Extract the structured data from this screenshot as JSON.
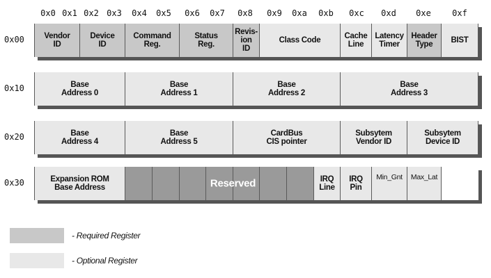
{
  "column_headers": [
    "0x0",
    "0x1",
    "0x2",
    "0x3",
    "0x4",
    "0x5",
    "0x6",
    "0x7",
    "0x8",
    "0x9",
    "0xa",
    "0xb",
    "0xc",
    "0xd",
    "0xe",
    "0xf"
  ],
  "row_labels": [
    "0x00",
    "0x10",
    "0x20",
    "0x30"
  ],
  "rows": [
    {
      "cells": [
        {
          "label": "Vendor ID",
          "lines": [
            "Vendor",
            "ID"
          ],
          "type": "required"
        },
        {
          "label": "Device ID",
          "lines": [
            "Device",
            "ID"
          ],
          "type": "required"
        },
        {
          "label": "Command Reg.",
          "lines": [
            "Command",
            "Reg."
          ],
          "type": "required"
        },
        {
          "label": "Status Reg.",
          "lines": [
            "Status",
            "Reg."
          ],
          "type": "required"
        },
        {
          "label": "Revision ID",
          "lines": [
            "Revis-",
            "ion",
            "ID"
          ],
          "type": "required"
        },
        {
          "label": "Class Code",
          "lines": [
            "Class Code"
          ],
          "type": "optional"
        },
        {
          "label": "Cache Line",
          "lines": [
            "Cache",
            "Line"
          ],
          "type": "optional"
        },
        {
          "label": "Latency Timer",
          "lines": [
            "Latency",
            "Timer"
          ],
          "type": "optional"
        },
        {
          "label": "Header Type",
          "lines": [
            "Header",
            "Type"
          ],
          "type": "required"
        },
        {
          "label": "BIST",
          "lines": [
            "BIST"
          ],
          "type": "optional"
        }
      ]
    },
    {
      "cells": [
        {
          "label": "Base Address 0",
          "lines": [
            "Base",
            "Address 0"
          ],
          "type": "optional"
        },
        {
          "label": "Base Address 1",
          "lines": [
            "Base",
            "Address 1"
          ],
          "type": "optional"
        },
        {
          "label": "Base Address 2",
          "lines": [
            "Base",
            "Address 2"
          ],
          "type": "optional"
        },
        {
          "label": "Base Address 3",
          "lines": [
            "Base",
            "Address 3"
          ],
          "type": "optional"
        }
      ]
    },
    {
      "cells": [
        {
          "label": "Base Address 4",
          "lines": [
            "Base",
            "Address 4"
          ],
          "type": "optional"
        },
        {
          "label": "Base Address 5",
          "lines": [
            "Base",
            "Address 5"
          ],
          "type": "optional"
        },
        {
          "label": "CardBus CIS pointer",
          "lines": [
            "CardBus",
            "CIS pointer"
          ],
          "type": "optional"
        },
        {
          "label": "Subsytem Vendor ID",
          "lines": [
            "Subsytem",
            "Vendor ID"
          ],
          "type": "optional"
        },
        {
          "label": "Subsytem Device ID",
          "lines": [
            "Subsytem",
            "Device ID"
          ],
          "type": "optional"
        }
      ]
    },
    {
      "cells": [
        {
          "label": "Expansion ROM Base Address",
          "lines": [
            "Expansion ROM",
            "Base Address"
          ],
          "type": "optional"
        },
        {
          "label": "Reserved",
          "lines": [
            ""
          ],
          "type": "reserved"
        },
        {
          "label": "",
          "lines": [
            ""
          ],
          "type": "reserved"
        },
        {
          "label": "",
          "lines": [
            ""
          ],
          "type": "reserved"
        },
        {
          "label": "",
          "lines": [
            ""
          ],
          "type": "reserved"
        },
        {
          "label": "",
          "lines": [
            ""
          ],
          "type": "reserved"
        },
        {
          "label": "",
          "lines": [
            ""
          ],
          "type": "reserved"
        },
        {
          "label": "",
          "lines": [
            ""
          ],
          "type": "reserved"
        },
        {
          "label": "IRQ Line",
          "lines": [
            "IRQ",
            "Line"
          ],
          "type": "optional"
        },
        {
          "label": "IRQ Pin",
          "lines": [
            "IRQ",
            "Pin"
          ],
          "type": "optional"
        },
        {
          "label": "Min_Gnt",
          "lines": [
            "Min_Gnt"
          ],
          "type": "optional"
        },
        {
          "label": "Max_Lat",
          "lines": [
            "Max_Lat"
          ],
          "type": "optional"
        }
      ]
    }
  ],
  "reserved_label": "Reserved",
  "legend": [
    {
      "label": "- Required Register",
      "type": "required"
    },
    {
      "label": "- Optional Register",
      "type": "optional"
    }
  ],
  "colors": {
    "required": "#c8c8c8",
    "optional": "#e8e8e8",
    "reserved": "#9a9a9a",
    "shadow": "#555555"
  }
}
